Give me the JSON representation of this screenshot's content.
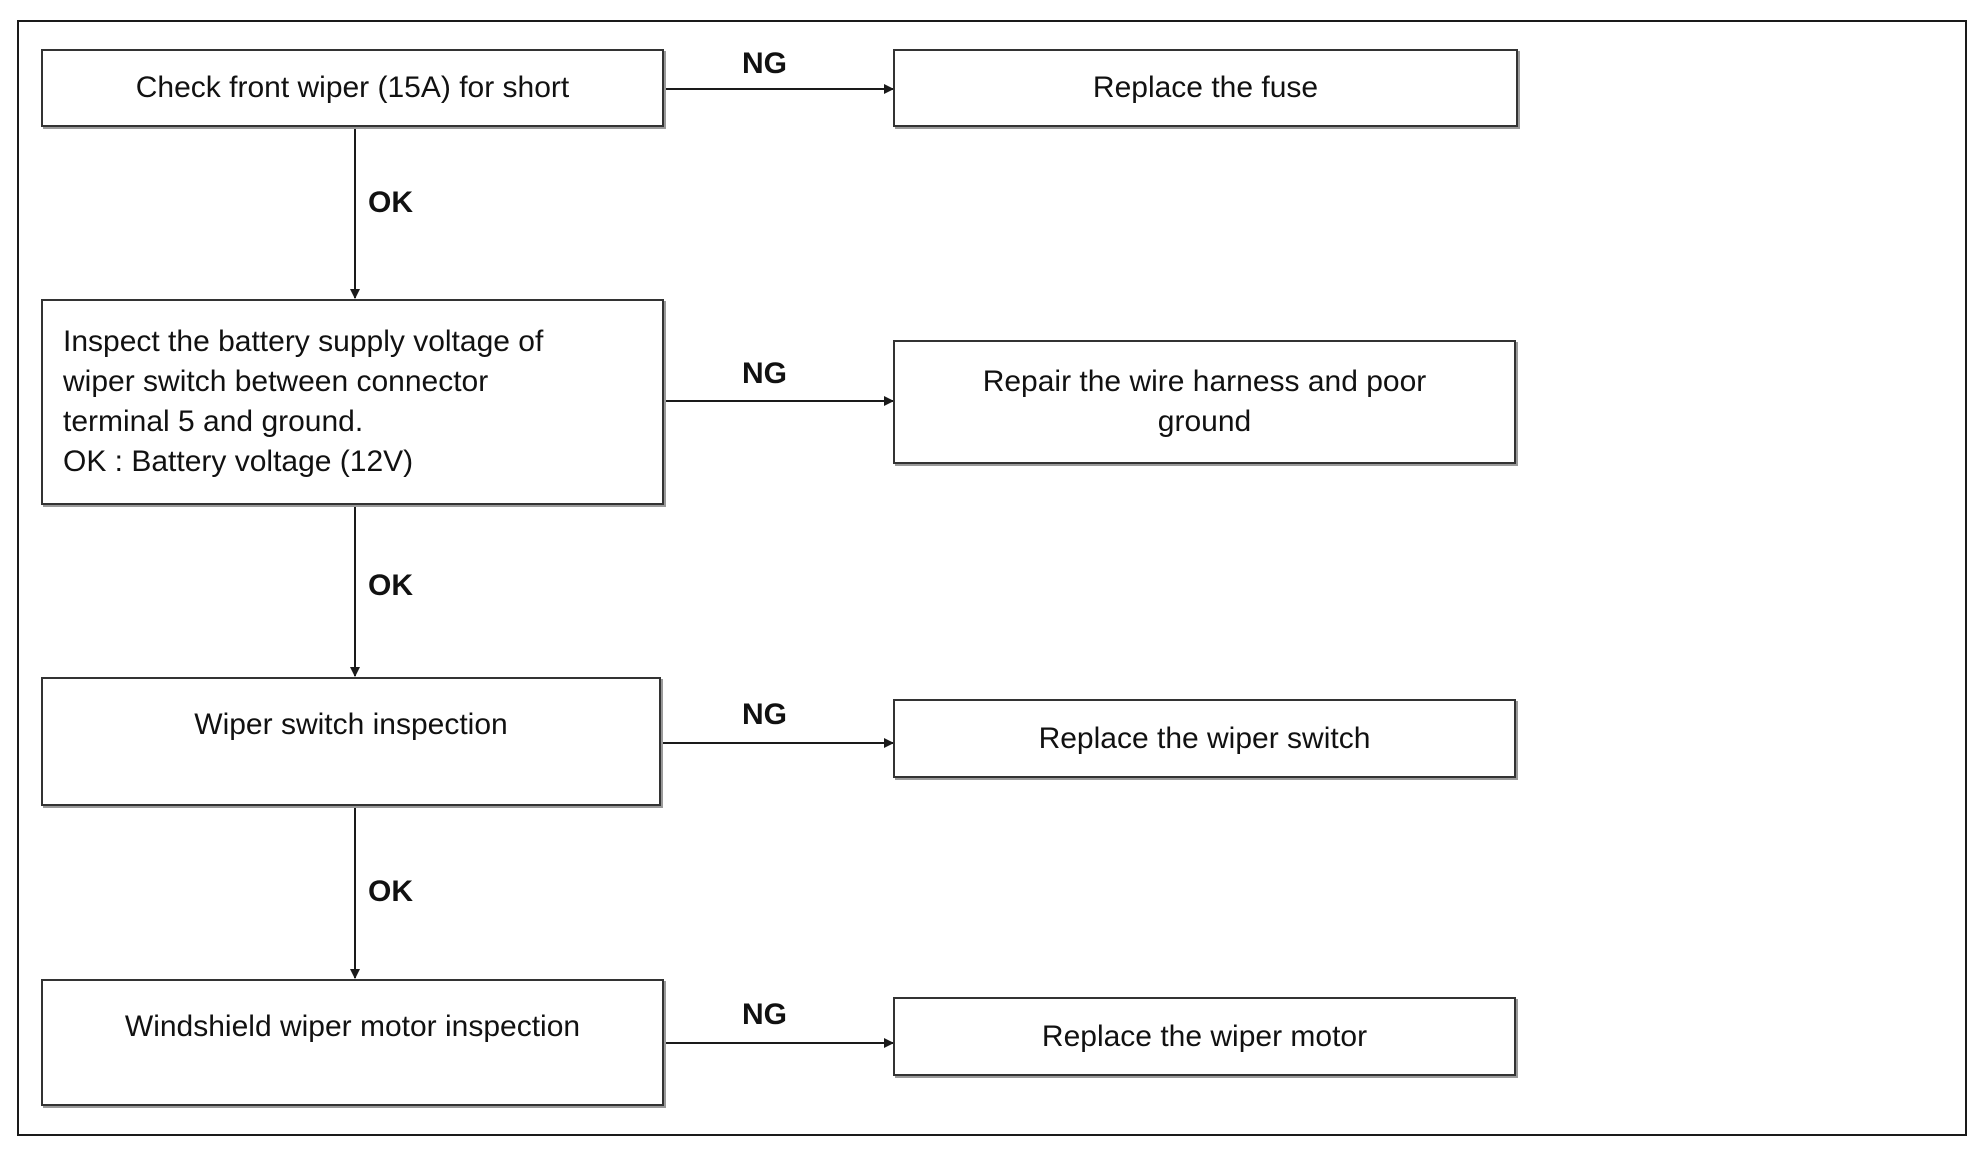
{
  "diagram": {
    "steps": [
      {
        "check": "Check front wiper (15A) for short",
        "ng_label": "NG",
        "ng_action": "Replace the fuse",
        "ok_label": "OK"
      },
      {
        "check": "Inspect the battery supply voltage of\nwiper switch between connector\nterminal 5 and ground.\nOK : Battery voltage (12V)",
        "ng_label": "NG",
        "ng_action": "Repair the wire harness and poor\nground",
        "ok_label": "OK"
      },
      {
        "check": "Wiper switch inspection",
        "ng_label": "NG",
        "ng_action": "Replace the wiper switch",
        "ok_label": "OK"
      },
      {
        "check": "Windshield wiper motor inspection",
        "ng_label": "NG",
        "ng_action": "Replace the wiper motor"
      }
    ]
  }
}
